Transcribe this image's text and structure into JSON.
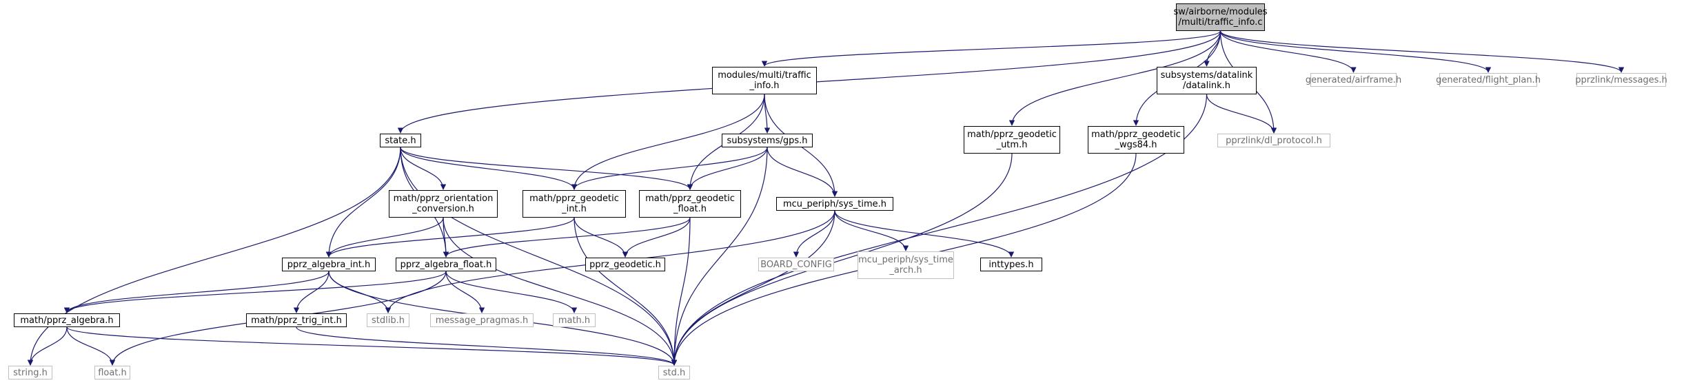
{
  "nodes": [
    {
      "id": "traffic_info_c",
      "label": "sw/airborne/modules\n/multi/traffic_info.c",
      "kind": "root"
    },
    {
      "id": "state_h",
      "label": "state.h",
      "kind": "doc"
    },
    {
      "id": "traffic_info_h",
      "label": "modules/multi/traffic\n_info.h",
      "kind": "doc"
    },
    {
      "id": "utm_h",
      "label": "math/pprz_geodetic\n_utm.h",
      "kind": "doc"
    },
    {
      "id": "wgs84_h",
      "label": "math/pprz_geodetic\n_wgs84.h",
      "kind": "doc"
    },
    {
      "id": "datalink_h",
      "label": "subsystems/datalink\n/datalink.h",
      "kind": "doc"
    },
    {
      "id": "airframe_h",
      "label": "generated/airframe.h",
      "kind": "ext"
    },
    {
      "id": "flight_plan_h",
      "label": "generated/flight_plan.h",
      "kind": "ext"
    },
    {
      "id": "messages_h",
      "label": "pprzlink/messages.h",
      "kind": "ext"
    },
    {
      "id": "gps_h",
      "label": "subsystems/gps.h",
      "kind": "doc"
    },
    {
      "id": "dl_protocol_h",
      "label": "pprzlink/dl_protocol.h",
      "kind": "ext"
    },
    {
      "id": "orient_h",
      "label": "math/pprz_orientation\n_conversion.h",
      "kind": "doc"
    },
    {
      "id": "geo_int_h",
      "label": "math/pprz_geodetic\n_int.h",
      "kind": "doc"
    },
    {
      "id": "geo_float_h",
      "label": "math/pprz_geodetic\n_float.h",
      "kind": "doc"
    },
    {
      "id": "sys_time_h",
      "label": "mcu_periph/sys_time.h",
      "kind": "doc"
    },
    {
      "id": "alg_int_h",
      "label": "pprz_algebra_int.h",
      "kind": "doc"
    },
    {
      "id": "alg_float_h",
      "label": "pprz_algebra_float.h",
      "kind": "doc"
    },
    {
      "id": "geodetic_h",
      "label": "pprz_geodetic.h",
      "kind": "doc"
    },
    {
      "id": "board_config",
      "label": "BOARD_CONFIG",
      "kind": "ext"
    },
    {
      "id": "sys_time_arch_h",
      "label": "mcu_periph/sys_time\n_arch.h",
      "kind": "ext"
    },
    {
      "id": "inttypes_h",
      "label": "inttypes.h",
      "kind": "doc"
    },
    {
      "id": "algebra_h",
      "label": "math/pprz_algebra.h",
      "kind": "doc"
    },
    {
      "id": "trig_int_h",
      "label": "math/pprz_trig_int.h",
      "kind": "doc"
    },
    {
      "id": "stdlib_h",
      "label": "stdlib.h",
      "kind": "ext"
    },
    {
      "id": "msg_pragmas_h",
      "label": "message_pragmas.h",
      "kind": "ext"
    },
    {
      "id": "math_h",
      "label": "math.h",
      "kind": "ext"
    },
    {
      "id": "string_h",
      "label": "string.h",
      "kind": "ext"
    },
    {
      "id": "float_h",
      "label": "float.h",
      "kind": "ext"
    },
    {
      "id": "std_h",
      "label": "std.h",
      "kind": "ext"
    }
  ],
  "edges": [
    [
      "traffic_info_c",
      "state_h"
    ],
    [
      "traffic_info_c",
      "traffic_info_h"
    ],
    [
      "traffic_info_c",
      "utm_h"
    ],
    [
      "traffic_info_c",
      "wgs84_h"
    ],
    [
      "traffic_info_c",
      "datalink_h"
    ],
    [
      "traffic_info_c",
      "dl_protocol_h"
    ],
    [
      "traffic_info_c",
      "airframe_h"
    ],
    [
      "traffic_info_c",
      "flight_plan_h"
    ],
    [
      "traffic_info_c",
      "messages_h"
    ],
    [
      "state_h",
      "orient_h"
    ],
    [
      "state_h",
      "geo_int_h"
    ],
    [
      "state_h",
      "geo_float_h"
    ],
    [
      "state_h",
      "alg_int_h"
    ],
    [
      "state_h",
      "alg_float_h"
    ],
    [
      "state_h",
      "string_h"
    ],
    [
      "state_h",
      "std_h"
    ],
    [
      "traffic_info_h",
      "gps_h"
    ],
    [
      "traffic_info_h",
      "geo_int_h"
    ],
    [
      "traffic_info_h",
      "geo_float_h"
    ],
    [
      "traffic_info_h",
      "sys_time_h"
    ],
    [
      "gps_h",
      "geo_int_h"
    ],
    [
      "gps_h",
      "geo_float_h"
    ],
    [
      "gps_h",
      "sys_time_h"
    ],
    [
      "gps_h",
      "std_h"
    ],
    [
      "utm_h",
      "std_h"
    ],
    [
      "wgs84_h",
      "std_h"
    ],
    [
      "datalink_h",
      "dl_protocol_h"
    ],
    [
      "datalink_h",
      "std_h"
    ],
    [
      "orient_h",
      "alg_int_h"
    ],
    [
      "orient_h",
      "alg_float_h"
    ],
    [
      "orient_h",
      "std_h"
    ],
    [
      "geo_int_h",
      "alg_int_h"
    ],
    [
      "geo_int_h",
      "geodetic_h"
    ],
    [
      "geo_int_h",
      "std_h"
    ],
    [
      "geo_float_h",
      "alg_float_h"
    ],
    [
      "geo_float_h",
      "geodetic_h"
    ],
    [
      "geo_float_h",
      "std_h"
    ],
    [
      "sys_time_h",
      "board_config"
    ],
    [
      "sys_time_h",
      "sys_time_arch_h"
    ],
    [
      "sys_time_h",
      "inttypes_h"
    ],
    [
      "sys_time_h",
      "stdlib_h"
    ],
    [
      "sys_time_h",
      "std_h"
    ],
    [
      "alg_int_h",
      "algebra_h"
    ],
    [
      "alg_int_h",
      "trig_int_h"
    ],
    [
      "alg_int_h",
      "stdlib_h"
    ],
    [
      "alg_int_h",
      "std_h"
    ],
    [
      "alg_float_h",
      "algebra_h"
    ],
    [
      "alg_float_h",
      "msg_pragmas_h"
    ],
    [
      "alg_float_h",
      "math_h"
    ],
    [
      "alg_float_h",
      "float_h"
    ],
    [
      "algebra_h",
      "string_h"
    ],
    [
      "algebra_h",
      "float_h"
    ],
    [
      "algebra_h",
      "std_h"
    ],
    [
      "trig_int_h",
      "std_h"
    ]
  ],
  "colors": {
    "edge": "#191970",
    "node_border": "#000000",
    "ext_border": "#bfbfbf",
    "ext_text": "#6e6e6e",
    "root_fill": "#bfbfbf"
  }
}
